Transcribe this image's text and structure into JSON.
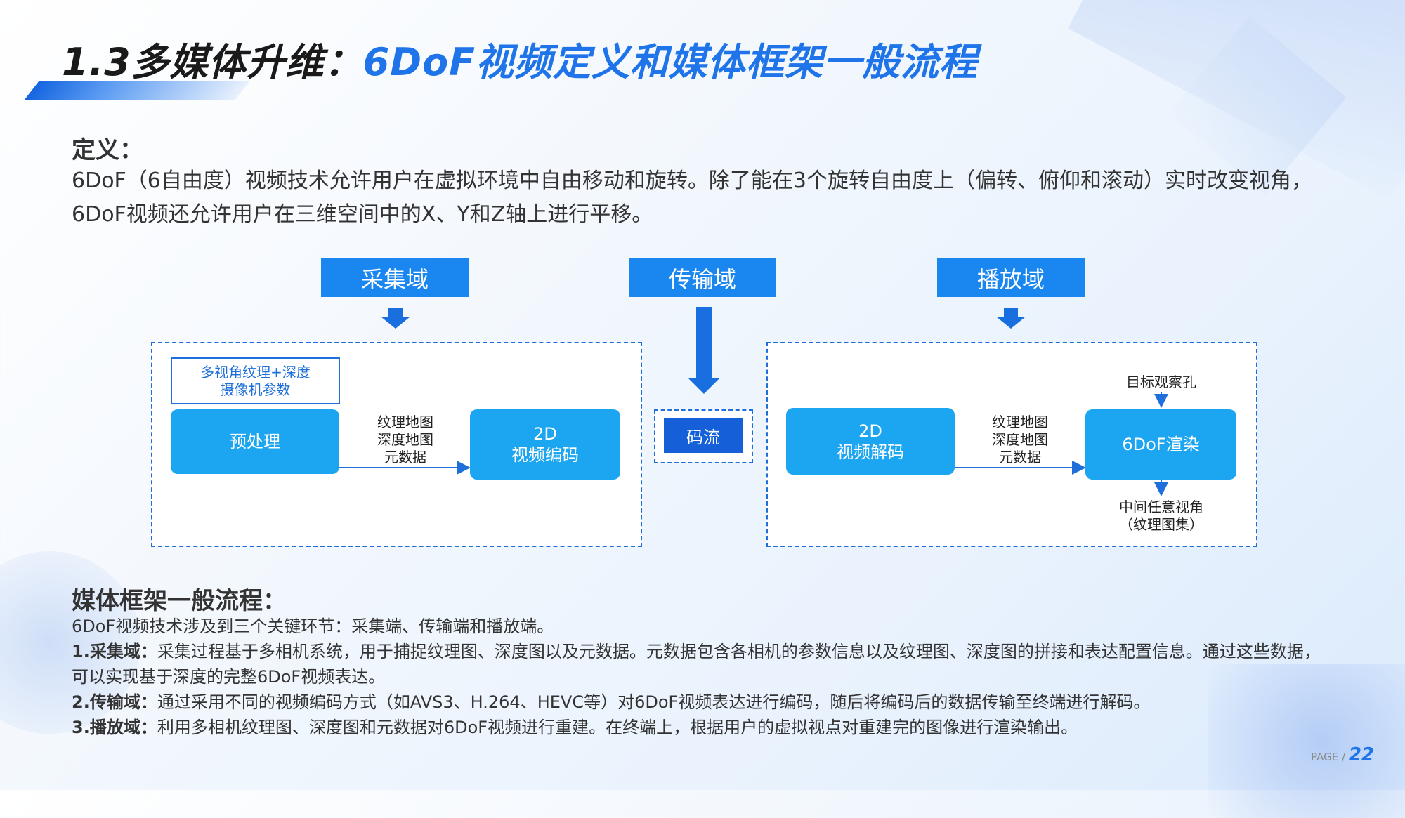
{
  "title": {
    "prefix": "1.3多媒体升维：",
    "highlight": "6DoF视频定义和媒体框架一般流程"
  },
  "definition": {
    "heading": "定义：",
    "body": "6DoF（6自由度）视频技术允许用户在虚拟环境中自由移动和旋转。除了能在3个旋转自由度上（偏转、俯仰和滚动）实时改变视角，6DoF视频还允许用户在三维空间中的X、Y和Z轴上进行平移。"
  },
  "diagram": {
    "capture_label": "采集域",
    "transport_label": "传输域",
    "playback_label": "播放域",
    "capture": {
      "input_line1": "多视角纹理+深度",
      "input_line2": "摄像机参数",
      "preprocess": "预处理",
      "data_line1": "纹理地图",
      "data_line2": "深度地图",
      "data_line3": "元数据",
      "encode_line1": "2D",
      "encode_line2": "视频编码"
    },
    "stream": "码流",
    "playback": {
      "decode_line1": "2D",
      "decode_line2": "视频解码",
      "data_line1": "纹理地图",
      "data_line2": "深度地图",
      "data_line3": "元数据",
      "render": "6DoF渲染",
      "viewpoint": "目标观察孔",
      "output_line1": "中间任意视角",
      "output_line2": "（纹理图集）"
    }
  },
  "flow": {
    "heading": "媒体框架一般流程：",
    "intro": "6DoF视频技术涉及到三个关键环节：采集端、传输端和播放端。",
    "items": [
      {
        "label": "1.采集域：",
        "text": "采集过程基于多相机系统，用于捕捉纹理图、深度图以及元数据。元数据包含各相机的参数信息以及纹理图、深度图的拼接和表达配置信息。通过这些数据，可以实现基于深度的完整6DoF视频表达。"
      },
      {
        "label": "2.传输域：",
        "text": "通过采用不同的视频编码方式（如AVS3、H.264、HEVC等）对6DoF视频表达进行编码，随后将编码后的数据传输至终端进行解码。"
      },
      {
        "label": "3.播放域：",
        "text": "利用多相机纹理图、深度图和元数据对6DoF视频进行重建。在终端上，根据用户的虚拟视点对重建完的图像进行渲染输出。"
      }
    ]
  },
  "footer": {
    "page_label": "PAGE / ",
    "page_number": "22"
  },
  "colors": {
    "accent": "#1e74e8",
    "box_fill": "#1ca6f2",
    "label_fill": "#1a86f0",
    "dashed_border": "#1e6fd9"
  }
}
